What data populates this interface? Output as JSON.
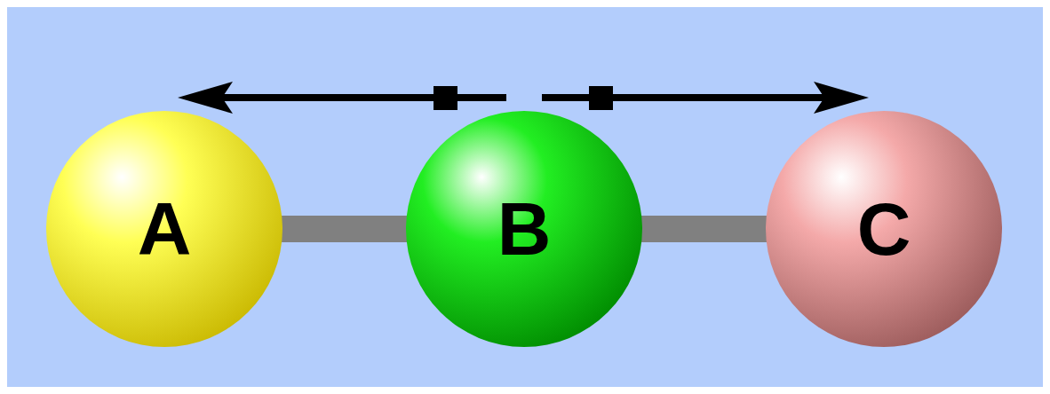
{
  "diagram": {
    "nodes": [
      {
        "text": [
          "A"
        ]
      },
      {
        "text": [
          "B"
        ]
      },
      {
        "text": [
          "C"
        ]
      }
    ],
    "edges": [
      {
        "from": 0,
        "to": 1,
        "arrow": "none"
      },
      {
        "from": 1,
        "to": 2,
        "arrow": "none"
      }
    ]
  }
}
